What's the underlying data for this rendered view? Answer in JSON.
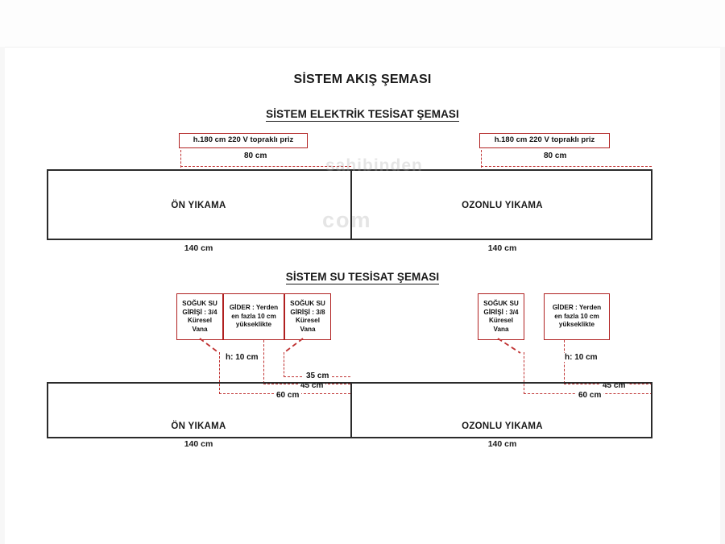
{
  "document": {
    "title": "SİSTEM AKIŞ ŞEMASI",
    "watermark_line1": "sahibinden",
    "watermark_line2": "com"
  },
  "electrical_section": {
    "title": "SİSTEM ELEKTRİK TESİSAT ŞEMASI",
    "annotations": [
      {
        "id": "socket-left",
        "text": "h.180 cm  220 V topraklı priz",
        "offset_label": "80 cm"
      },
      {
        "id": "socket-right",
        "text": "h.180 cm  220 V topraklı priz",
        "offset_label": "80 cm"
      }
    ],
    "units": [
      {
        "name": "ÖN YIKAMA",
        "width_label": "140 cm"
      },
      {
        "name": "OZONLU YIKAMA",
        "width_label": "140 cm"
      }
    ]
  },
  "water_section": {
    "title": "SİSTEM SU TESİSAT ŞEMASI",
    "left_annotations": [
      {
        "id": "cold-water-3-4",
        "line1": "SOĞUK SU",
        "line2": "GİRİŞİ : 3/4",
        "line3": "Küresel",
        "line4": "Vana"
      },
      {
        "id": "drain",
        "line1": "GİDER : Yerden",
        "line2": "en fazla 10 cm",
        "line3": "yükseklikte"
      },
      {
        "id": "cold-water-3-8",
        "line1": "SOĞUK SU",
        "line2": "GİRİŞİ : 3/8",
        "line3": "Küresel",
        "line4": "Vana"
      }
    ],
    "right_annotations": [
      {
        "id": "cold-water-3-4",
        "line1": "SOĞUK SU",
        "line2": "GİRİŞİ : 3/4",
        "line3": "Küresel",
        "line4": "Vana"
      },
      {
        "id": "drain",
        "line1": "GİDER : Yerden",
        "line2": "en fazla 10 cm",
        "line3": "yükseklikte"
      }
    ],
    "left_dimensions": {
      "height": "h: 10 cm",
      "d35": "35 cm",
      "d45": "45 cm",
      "d60": "60 cm"
    },
    "right_dimensions": {
      "height": "h: 10 cm",
      "d45": "45 cm",
      "d60": "60 cm"
    },
    "units": [
      {
        "name": "ÖN YIKAMA",
        "width_label": "140 cm"
      },
      {
        "name": "OZONLU YIKAMA",
        "width_label": "140 cm"
      }
    ]
  },
  "colors": {
    "annotation_red": "#b02020",
    "line_black": "#2b2b2b"
  }
}
